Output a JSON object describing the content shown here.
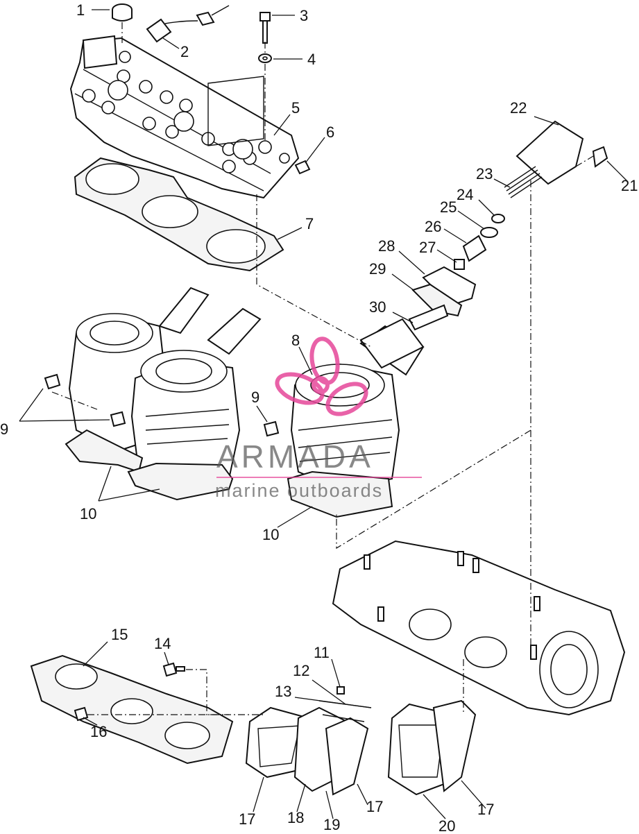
{
  "callouts": [
    {
      "id": "c1",
      "text": "1"
    },
    {
      "id": "c2",
      "text": "2"
    },
    {
      "id": "c3",
      "text": "3"
    },
    {
      "id": "c4",
      "text": "4"
    },
    {
      "id": "c5",
      "text": "5"
    },
    {
      "id": "c6",
      "text": "6"
    },
    {
      "id": "c7",
      "text": "7"
    },
    {
      "id": "c8",
      "text": "8"
    },
    {
      "id": "c9a",
      "text": "9"
    },
    {
      "id": "c9b",
      "text": "9"
    },
    {
      "id": "c10a",
      "text": "10"
    },
    {
      "id": "c10b",
      "text": "10"
    },
    {
      "id": "c11",
      "text": "11"
    },
    {
      "id": "c12",
      "text": "12"
    },
    {
      "id": "c13",
      "text": "13"
    },
    {
      "id": "c14",
      "text": "14"
    },
    {
      "id": "c15",
      "text": "15"
    },
    {
      "id": "c16",
      "text": "16"
    },
    {
      "id": "c17a",
      "text": "17"
    },
    {
      "id": "c17b",
      "text": "17"
    },
    {
      "id": "c17c",
      "text": "17"
    },
    {
      "id": "c18",
      "text": "18"
    },
    {
      "id": "c19",
      "text": "19"
    },
    {
      "id": "c20",
      "text": "20"
    },
    {
      "id": "c21",
      "text": "21"
    },
    {
      "id": "c22",
      "text": "22"
    },
    {
      "id": "c23",
      "text": "23"
    },
    {
      "id": "c24",
      "text": "24"
    },
    {
      "id": "c25",
      "text": "25"
    },
    {
      "id": "c26",
      "text": "26"
    },
    {
      "id": "c27",
      "text": "27"
    },
    {
      "id": "c28",
      "text": "28"
    },
    {
      "id": "c29",
      "text": "29"
    },
    {
      "id": "c30",
      "text": "30"
    }
  ],
  "watermark": {
    "brand": "ARMADA",
    "tagline": "marine outboards",
    "logo_color": "#e6479a"
  }
}
